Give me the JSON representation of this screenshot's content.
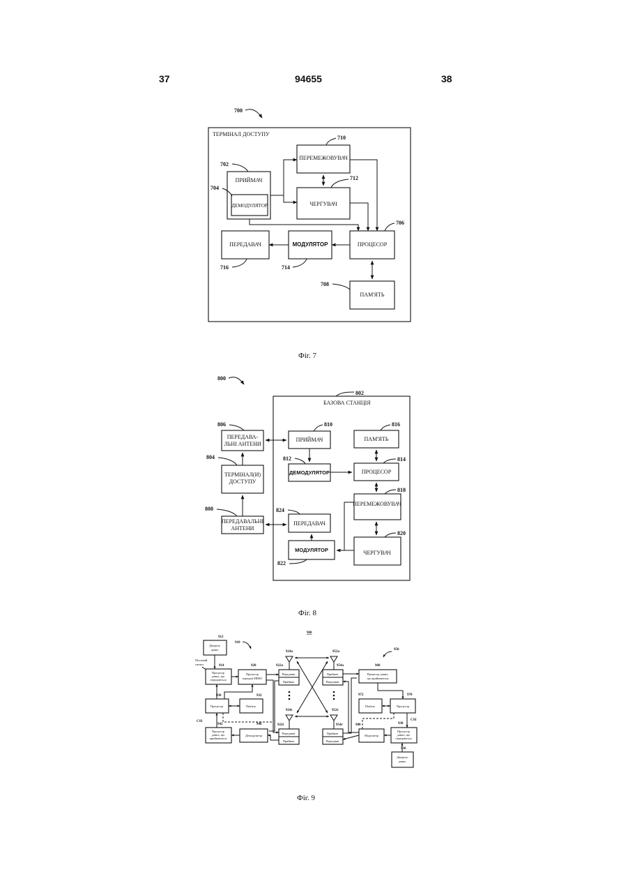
{
  "header": {
    "page_left": "37",
    "patent_number": "94655",
    "page_right": "38"
  },
  "fig7": {
    "caption": "Фіг. 7",
    "ref_main": "700",
    "frame_label": "ТЕРМІНАЛ ДОСТУПУ",
    "interleaver": {
      "ref": "710",
      "label": "ПЕРЕМЕЖОВУВАЧ"
    },
    "receiver": {
      "ref": "702",
      "label": "ПРИЙМАЧ"
    },
    "demodulator": {
      "ref": "704",
      "label": "ДЕМОДУЛЯТОР"
    },
    "alternator": {
      "ref": "712",
      "label": "ЧЕРГУВАЧ"
    },
    "processor": {
      "ref": "706",
      "label": "ПРОЦЕСОР"
    },
    "modulator": {
      "ref": "714",
      "label": "МОДУЛЯТОР"
    },
    "transmitter": {
      "ref": "716",
      "label": "ПЕРЕДАВАЧ"
    },
    "memory": {
      "ref": "708",
      "label": "ПАМ'ЯТЬ"
    }
  },
  "fig8": {
    "caption": "Фіг. 8",
    "ref_main": "800",
    "frame_ref": "802",
    "frame_label": "БАЗОВА СТАНЦІЯ",
    "tx_antennas_top": {
      "ref": "806",
      "label_1": "ПЕРЕДАВА-",
      "label_2": "ЛЬНІ АНТЕНИ"
    },
    "terminals": {
      "ref": "804",
      "label_1": "ТЕРМІНАЛ(И)",
      "label_2": "ДОСТУПУ"
    },
    "tx_antennas_bottom": {
      "ref": "808",
      "label_1": "ПЕРЕДАВАЛЬНІ",
      "label_2": "АНТЕНИ"
    },
    "receiver": {
      "ref": "810",
      "label": "ПРИЙМАЧ"
    },
    "demodulator": {
      "ref": "812",
      "label": "ДЕМОДУЛЯТОР"
    },
    "memory": {
      "ref": "816",
      "label": "ПАМ'ЯТЬ"
    },
    "processor": {
      "ref": "814",
      "label": "ПРОЦЕСОР"
    },
    "interleaver": {
      "ref": "818",
      "label": "ПЕРЕМЕЖОВУВАЧ"
    },
    "transmitter": {
      "ref": "824",
      "label": "ПЕРЕДАВАЧ"
    },
    "modulator": {
      "ref": "822",
      "label": "МОДУЛЯТОР"
    },
    "alternator": {
      "ref": "820",
      "label": "ЧЕРГУВАЧ"
    }
  },
  "fig9": {
    "caption": "Фіг. 9",
    "ref_main": "900",
    "ref_left": "910",
    "ref_right": "950",
    "data_source_left": {
      "ref": "912",
      "label_1": "Джерело",
      "label_2": "даних"
    },
    "pilot_signal": {
      "label_1": "Пілотний",
      "label_2": "сигнал"
    },
    "tx_data_processor": {
      "ref": "914",
      "label_1": "Процесор",
      "label_2": "даних, що",
      "label_3": "передаються"
    },
    "tx_mimo_processor": {
      "ref": "920",
      "label_1": "Процесор",
      "label_2": "передачі MIMO"
    },
    "processor_left": {
      "ref": "930",
      "label": "Процесор"
    },
    "memory_left": {
      "ref": "932",
      "label": "Пам'ять"
    },
    "csi_left": "CSI",
    "rx_data_processor_left": {
      "ref": "942",
      "label_1": "Процесор",
      "label_2": "даних, що",
      "label_3": "приймаються"
    },
    "demodulator_left": {
      "ref": "940",
      "label": "Демодулятор"
    },
    "xcvr_top_left": {
      "ref": "922a",
      "label_1": "Передавач",
      "label_2": "Приймач"
    },
    "xcvr_bottom_left": {
      "ref": "922t",
      "label_1": "Передавач",
      "label_2": "Приймач"
    },
    "antenna_top_left": "924a",
    "antenna_bottom_left": "924t",
    "antenna_top_right": "952a",
    "antenna_bottom_right": "952r",
    "xcvr_top_right": {
      "ref": "954a",
      "label_1": "Приймач",
      "label_2": "Передавач"
    },
    "xcvr_bottom_right": {
      "ref": "954r",
      "label_1": "Приймач",
      "label_2": "Передавач"
    },
    "rx_data_processor_right": {
      "ref": "960",
      "label_1": "Процесор даних,",
      "label_2": "що приймаються"
    },
    "memory_right": {
      "ref": "972",
      "label": "Пам'ять"
    },
    "processor_right": {
      "ref": "970",
      "label": "Процесор"
    },
    "modulator_right": {
      "ref": "980",
      "label": "Модулятор"
    },
    "tx_data_processor_right": {
      "ref": "938",
      "label_1": "Процесор",
      "label_2": "даних, що",
      "label_3": "передаються"
    },
    "csi_right": "CSI",
    "data_source_right": {
      "ref": "936",
      "label_1": "Джерело",
      "label_2": "даних"
    }
  }
}
